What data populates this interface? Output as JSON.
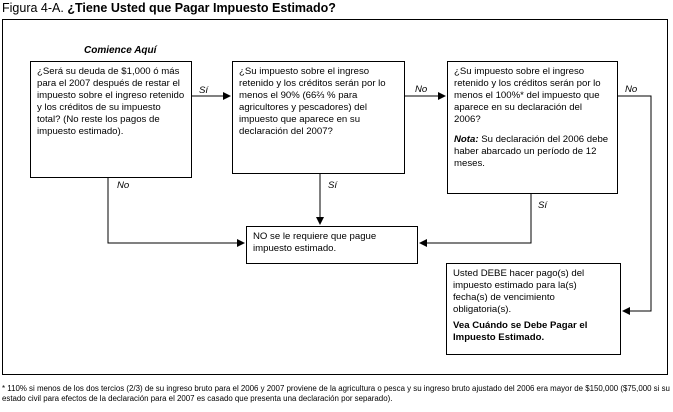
{
  "figure": {
    "label": "Figura 4-A.",
    "title": "¿Tiene Usted que Pagar Impuesto Estimado?"
  },
  "start_label": "Comience Aquí",
  "boxes": {
    "q1": "¿Será su deuda de $1,000 ó más para el 2007 después de restar el impuesto sobre el ingreso retenido y los créditos de su impuesto total? (No reste los pagos de impuesto estimado).",
    "q2": "¿Su impuesto sobre el ingreso retenido y los créditos serán por lo menos el 90% (66⅔ % para agricultores y pescadores) del impuesto que aparece en su declaración del 2007?",
    "q3": "¿Su impuesto sobre el ingreso retenido y los créditos serán por lo menos el 100%* del impuesto que aparece en su declaración del 2006?",
    "q3_note_label": "Nota:",
    "q3_note": "Su declaración del 2006 debe haber abarcado un período de 12 meses.",
    "no_required": "NO se le requiere que pague impuesto estimado.",
    "must_pay": "Usted DEBE hacer pago(s) del impuesto estimado para la(s) fecha(s) de vencimiento obligatoria(s).",
    "must_pay_ref": "Vea Cuándo se Debe Pagar el Impuesto Estimado."
  },
  "edges": {
    "q1_yes": "Sí",
    "q1_no": "No",
    "q2_no": "No",
    "q2_yes": "Sí",
    "q3_no": "No",
    "q3_yes": "Sí"
  },
  "footnote": "*  110% si menos de los dos tercios (2/3) de su ingreso bruto para el 2006 y 2007 proviene de la agricultura o pesca y su ingreso bruto ajustado del 2006 era mayor de $150,000 ($75,000 si su estado civil para efectos de la declaración para el 2007 es casado que presenta una declaración por separado)."
}
